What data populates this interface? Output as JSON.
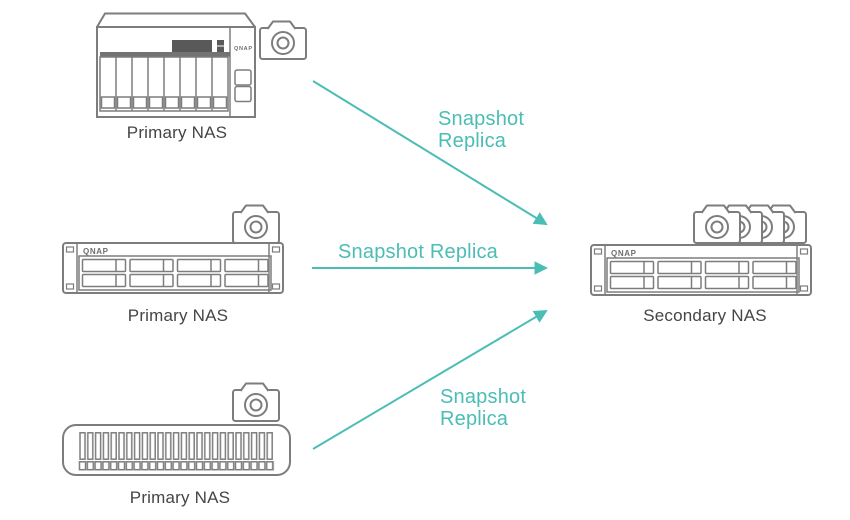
{
  "palette": {
    "background": "#ffffff",
    "outline_gray": "#7d7d7d",
    "accent_teal": "#4abdb5",
    "label_gray": "#454545",
    "dark_fill": "#595959"
  },
  "devices": {
    "primary_tower": {
      "label": "Primary NAS",
      "logo": "QNAP",
      "icon": "camera-icon"
    },
    "primary_rack2u": {
      "label": "Primary NAS",
      "logo": "QNAP",
      "icon": "camera-icon"
    },
    "primary_rack1u": {
      "label": "Primary NAS",
      "icon": "camera-icon"
    },
    "secondary_rack2u": {
      "label": "Secondary NAS",
      "logo": "QNAP",
      "icon": "camera-stack-icon"
    }
  },
  "arrows": {
    "top": {
      "label": "Snapshot\nReplica"
    },
    "middle": {
      "label": "Snapshot Replica"
    },
    "bottom": {
      "label": "Snapshot\nReplica"
    }
  }
}
